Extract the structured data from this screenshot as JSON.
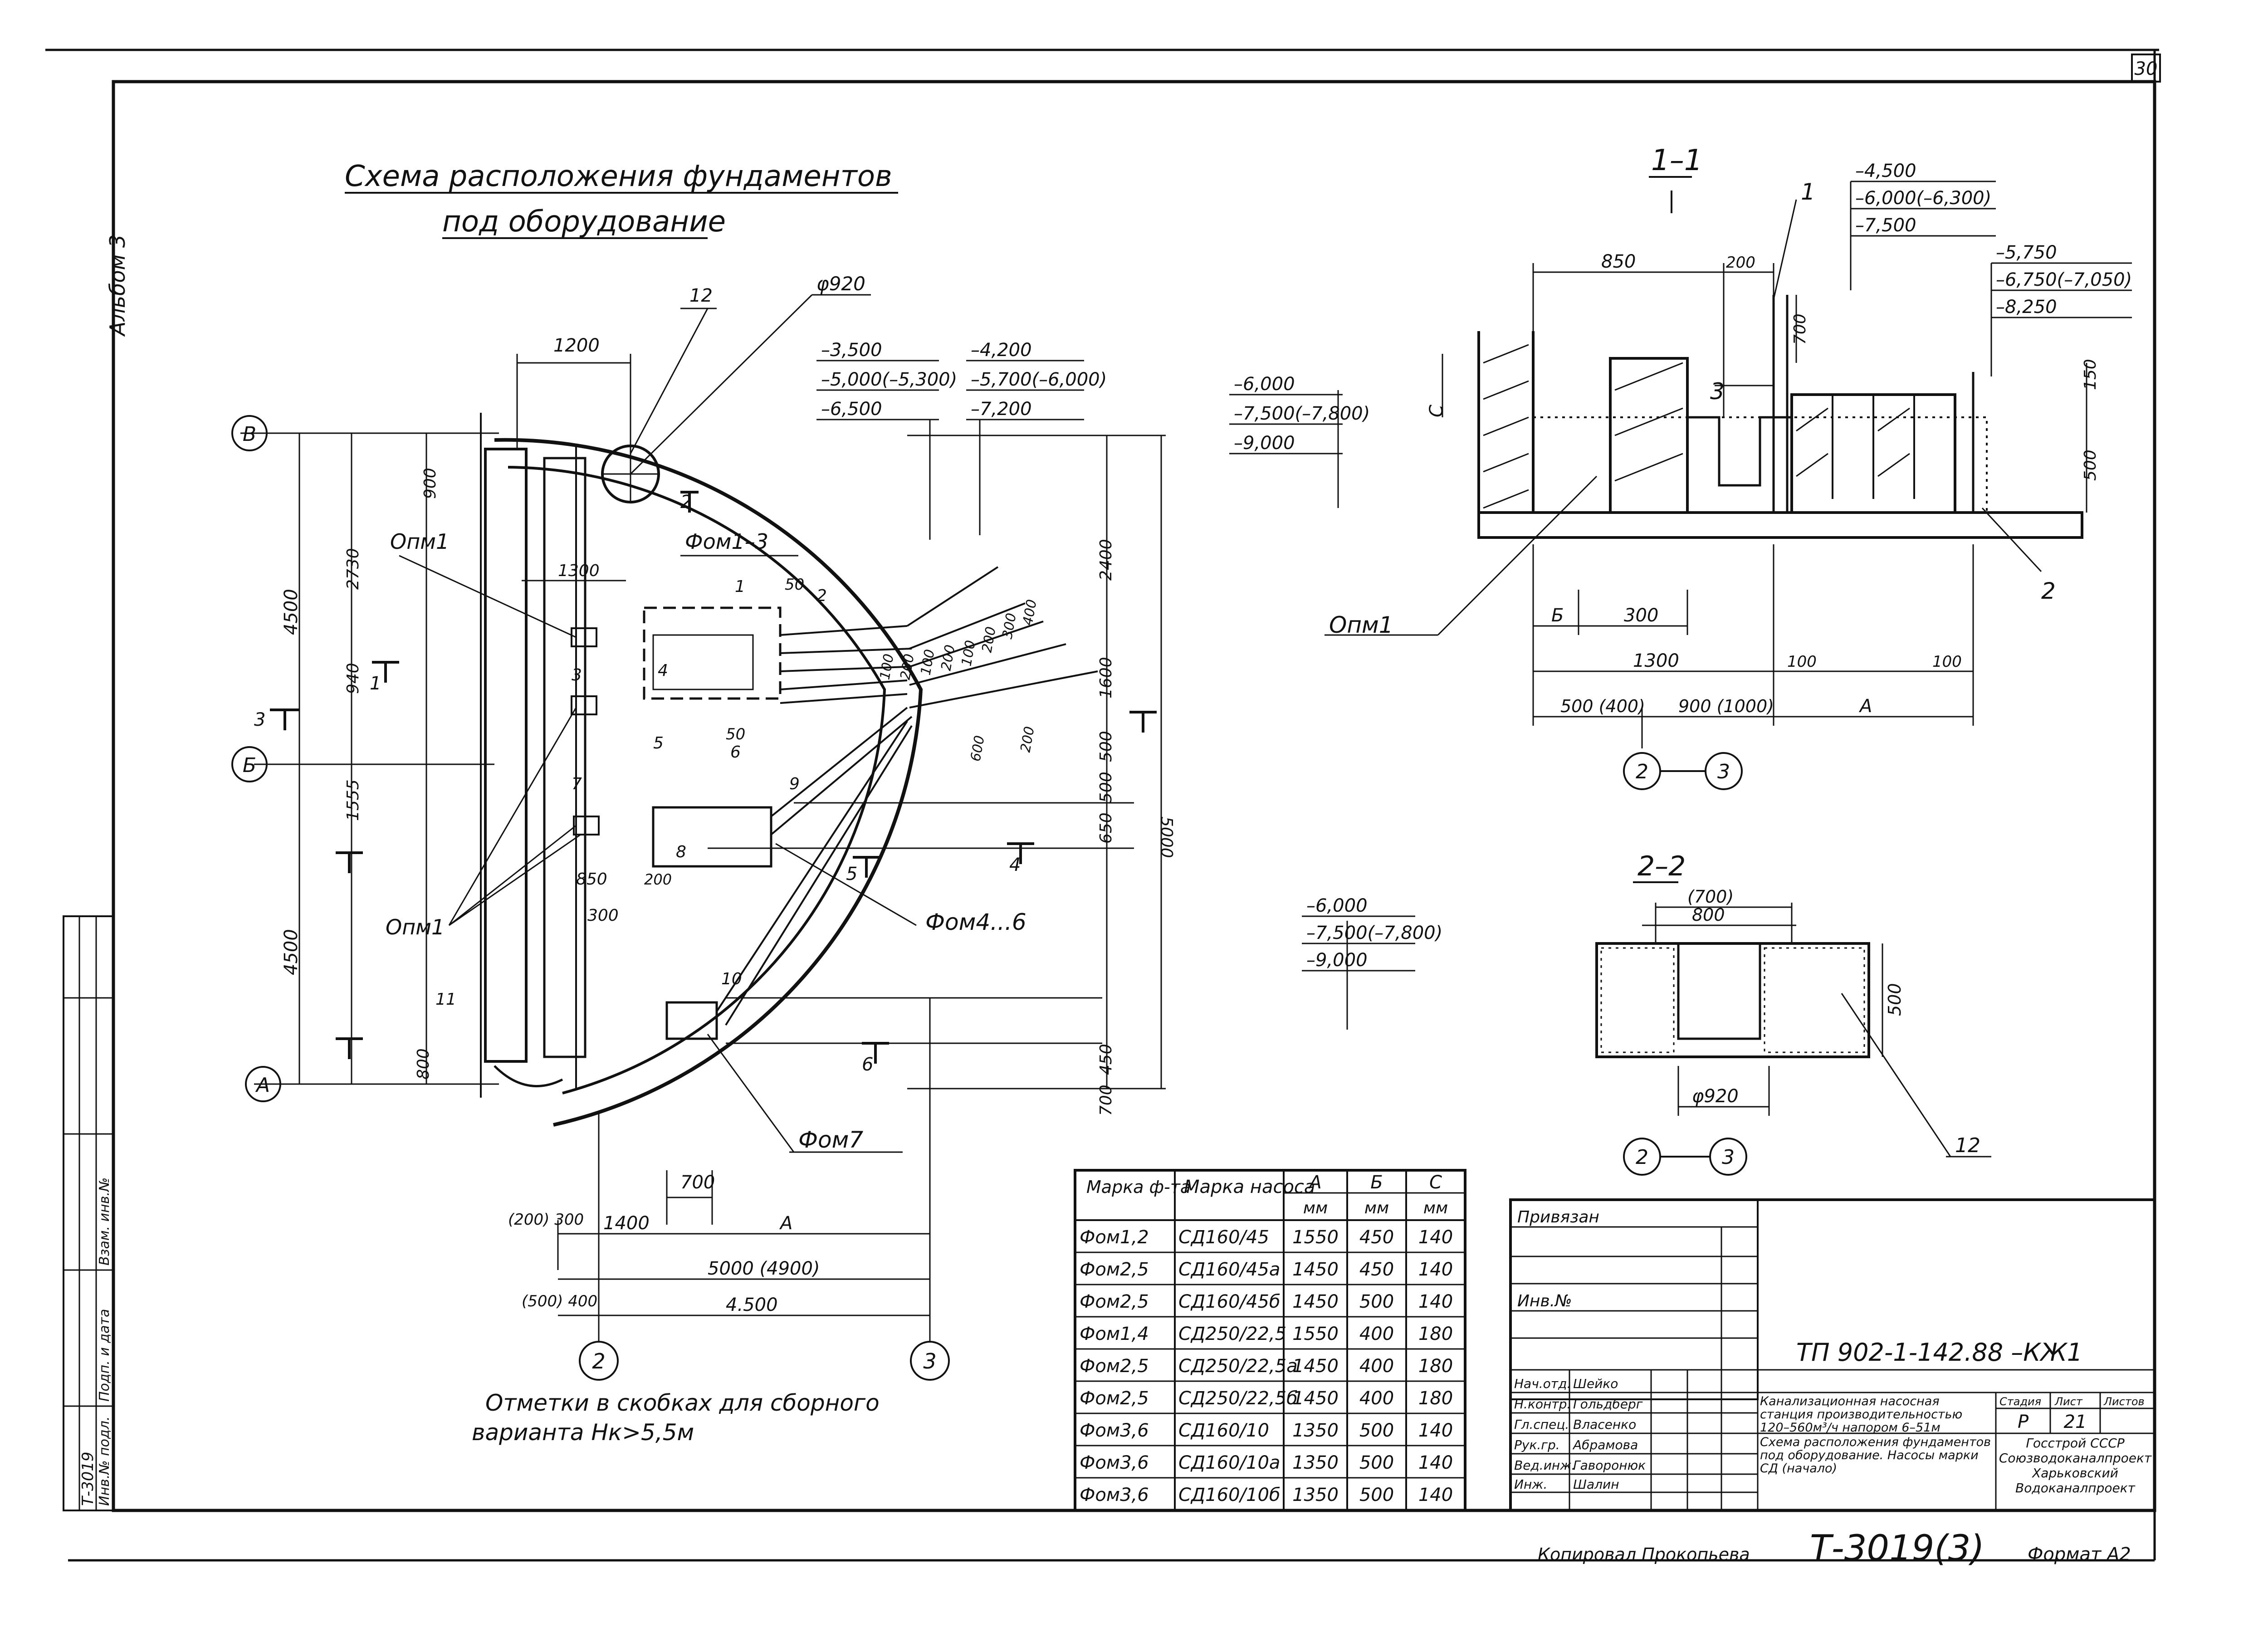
{
  "sheet_number": "30",
  "album_label": "Альбом 3",
  "title_line1": "Схема расположения фундаментов",
  "title_line2": "под оборудование",
  "plan": {
    "axis_v": "В",
    "axis_b": "Б",
    "axis_a": "А",
    "axis_2": "2",
    "axis_3": "3",
    "diameter": "φ920",
    "dim_1200": "1200",
    "dim_1300": "1300",
    "dim_850": "850",
    "dim_300": "300",
    "dim_50a": "50",
    "dim_50b": "50",
    "dim_200": "200",
    "dim_4500": "4500",
    "dim_4500b": "4500",
    "dim_900": "900",
    "dim_2730": "2730",
    "dim_940": "940",
    "dim_1555": "1555",
    "dim_800": "800",
    "dim_2400": "2400",
    "dim_1600": "1600",
    "dim_500a": "500",
    "dim_500b": "500",
    "dim_650": "650",
    "dim_450": "450",
    "dim_700": "700",
    "dim_5000": "5000",
    "dim_700b": "700",
    "dim_1400": "1400",
    "dim_A": "А",
    "dim_5000_4900": "5000 (4900)",
    "dim_4500_bottom": "4.500",
    "dim_200_300": "(200) 300",
    "dim_500_400": "(500) 400",
    "lbl_opm1a": "Опм1",
    "lbl_opm1b": "Опм1",
    "lbl_fom13": "Фом1–3",
    "lbl_fom46": "Фом4...6",
    "lbl_fom7": "Фом7",
    "marks": [
      "1",
      "2",
      "3",
      "4",
      "5",
      "6",
      "7",
      "8",
      "9",
      "10",
      "11",
      "12"
    ],
    "sec_marks": [
      "1",
      "2",
      "3",
      "4",
      "5",
      "6"
    ],
    "lvl_a": [
      "–3,500",
      "–5,000(–5,300)",
      "–6,500"
    ],
    "lvl_b": [
      "–4,200",
      "–5,700(–6,000)",
      "–7,200"
    ],
    "pipe_dims": [
      "100",
      "200",
      "100",
      "200",
      "100",
      "200",
      "300",
      "400",
      "600",
      "200"
    ],
    "note_line1": "Отметки в скобках для сборного",
    "note_line2": "варианта Нк>5,5м"
  },
  "section11": {
    "title": "1–1",
    "lvl_left": [
      "–6,000",
      "–7,500(–7,800)",
      "–9,000"
    ],
    "lvl_top": [
      "–4,500",
      "–6,000(–6,300)",
      "–7,500"
    ],
    "lvl_right": [
      "–5,750",
      "–6,750(–7,050)",
      "–8,250"
    ],
    "dim_850": "850",
    "dim_200": "200",
    "dim_700": "700",
    "dim_150": "150",
    "dim_500": "500",
    "dim_c": "С",
    "dim_b": "Б",
    "dim_300": "300",
    "dim_1300": "1300",
    "dim_100a": "100",
    "dim_100b": "100",
    "dim_500_400": "500 (400)",
    "dim_900_1000": "900 (1000)",
    "dim_A": "А",
    "mark_1": "1",
    "mark_2": "2",
    "mark_3": "3",
    "opm": "Опм1",
    "axis_2": "2",
    "axis_3": "3"
  },
  "section22": {
    "title": "2–2",
    "lvl": [
      "–6,000",
      "–7,500(–7,800)",
      "–9,000"
    ],
    "dim_700": "(700)",
    "dim_800": "800",
    "dim_500": "500",
    "diam": "φ920",
    "mark_12": "12",
    "axis_2": "2",
    "axis_3": "3"
  },
  "table": {
    "headers": [
      "Марка ф-та",
      "Марка насоса",
      "А",
      "Б",
      "С"
    ],
    "units": [
      "мм",
      "мм",
      "мм"
    ],
    "rows": [
      [
        "Фом1,2",
        "СД160/45",
        "1550",
        "450",
        "140"
      ],
      [
        "Фом2,5",
        "СД160/45а",
        "1450",
        "450",
        "140"
      ],
      [
        "Фом2,5",
        "СД160/45б",
        "1450",
        "500",
        "140"
      ],
      [
        "Фом1,4",
        "СД250/22,5",
        "1550",
        "400",
        "180"
      ],
      [
        "Фом2,5",
        "СД250/22,5а",
        "1450",
        "400",
        "180"
      ],
      [
        "Фом2,5",
        "СД250/22,5б",
        "1450",
        "400",
        "180"
      ],
      [
        "Фом3,6",
        "СД160/10",
        "1350",
        "500",
        "140"
      ],
      [
        "Фом3,6",
        "СД160/10а",
        "1350",
        "500",
        "140"
      ],
      [
        "Фом3,6",
        "СД160/10б",
        "1350",
        "500",
        "140"
      ]
    ]
  },
  "stamp": {
    "privyazan": "Привязан",
    "inv": "Инв.№",
    "code": "ТП 902-1-142.88 –КЖ1",
    "roles": [
      "Нач.отд.",
      "Н.контр.",
      "Гл.спец.",
      "Рук.гр.",
      "Вед.инж.",
      "Инж."
    ],
    "names": [
      "Шейко",
      "Гольдберг",
      "Власенко",
      "Абрамова",
      "Гаворонюк",
      "Шалин"
    ],
    "project_desc": "Канализационная насосная станция производительностью 120–560м³/ч напором 6–51м",
    "sheet_desc": "Схема расположения фундаментов под оборудование. Насосы марки СД (начало)",
    "stage_hdr": [
      "Стадия",
      "Лист",
      "Листов"
    ],
    "stage": "Р",
    "sheet": "21",
    "org": "Госстрой СССР Союзводоканалпроект Харьковский Водоканалпроект"
  },
  "side_stamp": {
    "lines": [
      "Инв.№ подл.",
      "Подп. и дата",
      "Взам. инв.№",
      "Т-3019"
    ]
  },
  "footer": {
    "copied": "Копировал Прокопьева",
    "doc": "Т-3019(3)",
    "format": "Формат А2"
  }
}
